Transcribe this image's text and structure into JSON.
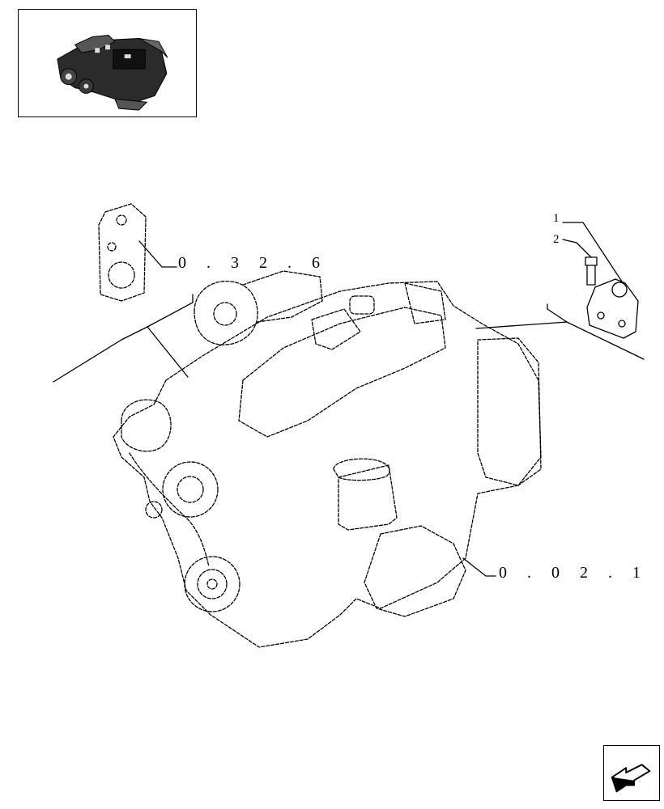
{
  "references": {
    "exhaust_manifold": "0 . 3 2 . 6",
    "engine_block": "0 . 0 2 . 1"
  },
  "callouts": {
    "item_1": "1",
    "item_2": "2"
  },
  "icons": {
    "thumbnail": "engine-thumbnail-icon",
    "navigation": "arrow-back-icon"
  },
  "colors": {
    "line": "#000000",
    "background": "#ffffff"
  }
}
